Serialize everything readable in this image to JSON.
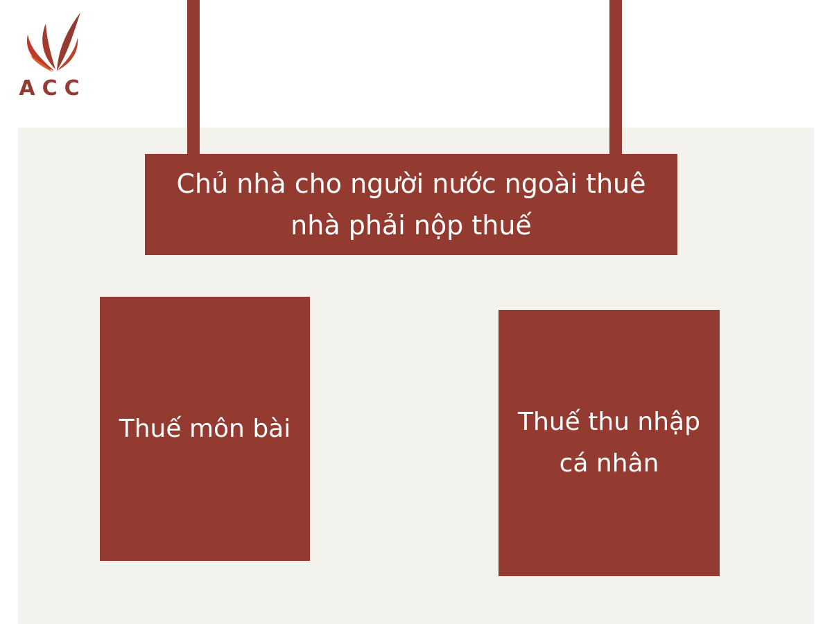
{
  "logo": {
    "text": "ACC",
    "color": "#933b31"
  },
  "diagram": {
    "root": {
      "label": "Chủ nhà cho người nước ngoài thuê nhà phải nộp thuế"
    },
    "children": [
      {
        "label": "Thuế môn bài"
      },
      {
        "label": "Thuế thu nhập cá nhân"
      }
    ],
    "colors": {
      "box": "#933b31",
      "panel": "#f3f2ec",
      "text": "#ffffff"
    }
  }
}
